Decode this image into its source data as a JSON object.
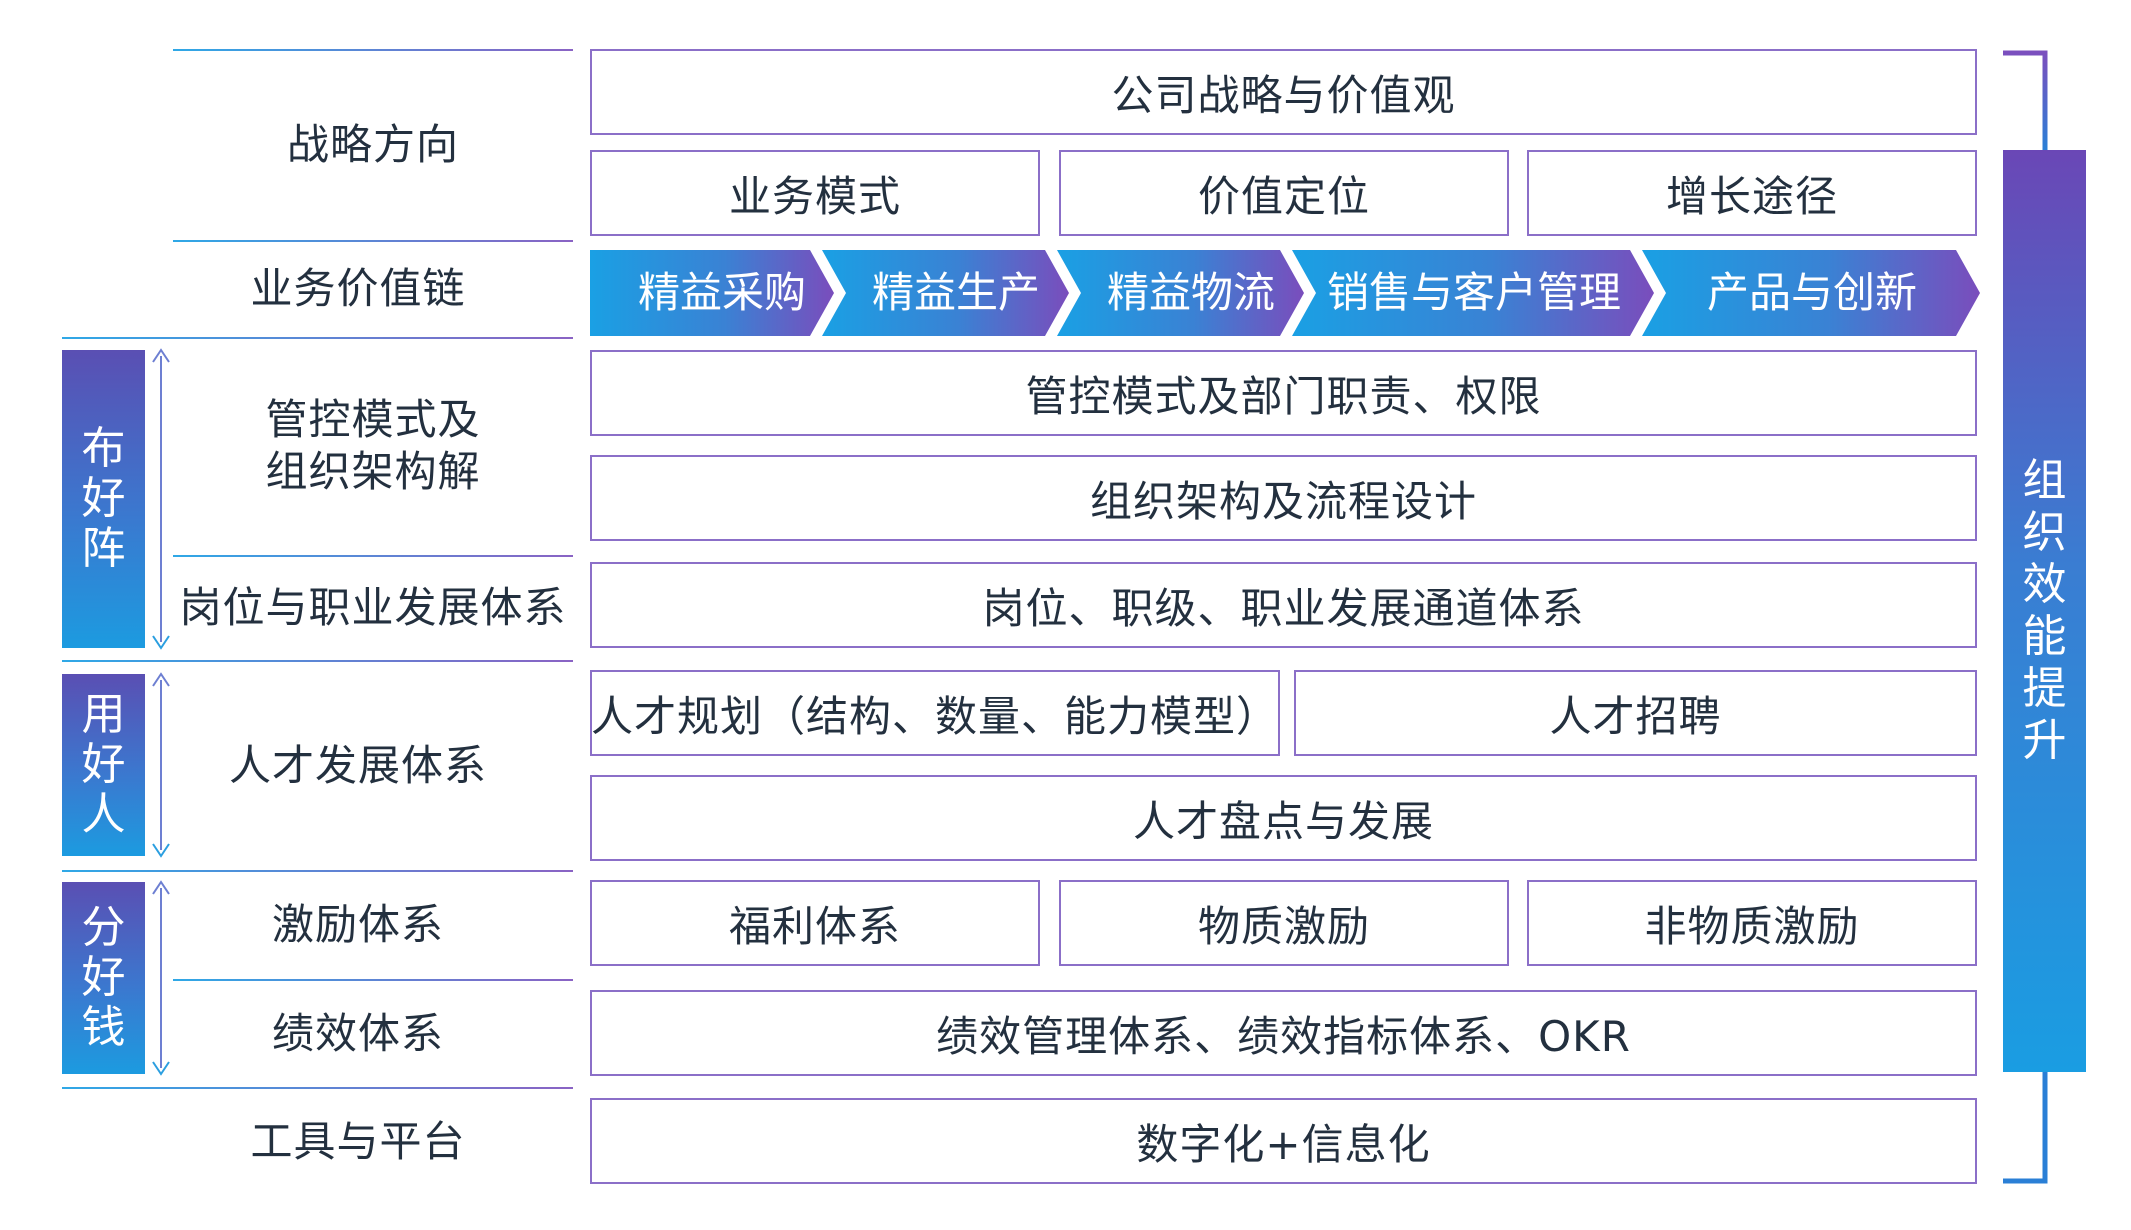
{
  "left_labels": {
    "strategy": "战略方向",
    "value_chain": "业务价值链",
    "control_line1": "管控模式及",
    "control_line2": "组织架构解",
    "positions": "岗位与职业发展体系",
    "talent": "人才发展体系",
    "incentive": "激励体系",
    "performance": "绩效体系",
    "tools": "工具与平台"
  },
  "side_tabs": {
    "arrange": [
      "布",
      "好",
      "阵"
    ],
    "use": [
      "用",
      "好",
      "人"
    ],
    "distribute": [
      "分",
      "好",
      "钱"
    ]
  },
  "boxes": {
    "strategy_values": "公司战略与价值观",
    "business_model": "业务模式",
    "value_position": "价值定位",
    "growth_path": "增长途径",
    "control_mode": "管控模式及部门职责、权限",
    "org_design": "组织架构及流程设计",
    "career_channel": "岗位、职级、职业发展通道体系",
    "talent_planning": "人才规划（结构、数量、能力模型）",
    "talent_recruit": "人才招聘",
    "talent_review": "人才盘点与发展",
    "welfare": "福利体系",
    "material_incentive": "物质激励",
    "nonmaterial_incentive": "非物质激励",
    "performance_system": "绩效管理体系、绩效指标体系、OKR",
    "digital": "数字化+信息化"
  },
  "value_chain": [
    "精益采购",
    "精益生产",
    "精益物流",
    "销售与客户管理",
    "产品与创新"
  ],
  "right_bar": [
    "组",
    "织",
    "效",
    "能",
    "提",
    "升"
  ],
  "colors": {
    "accent_purple": "#6a47b6",
    "accent_blue": "#1a9de2",
    "box_border": "#8b6fc8"
  }
}
